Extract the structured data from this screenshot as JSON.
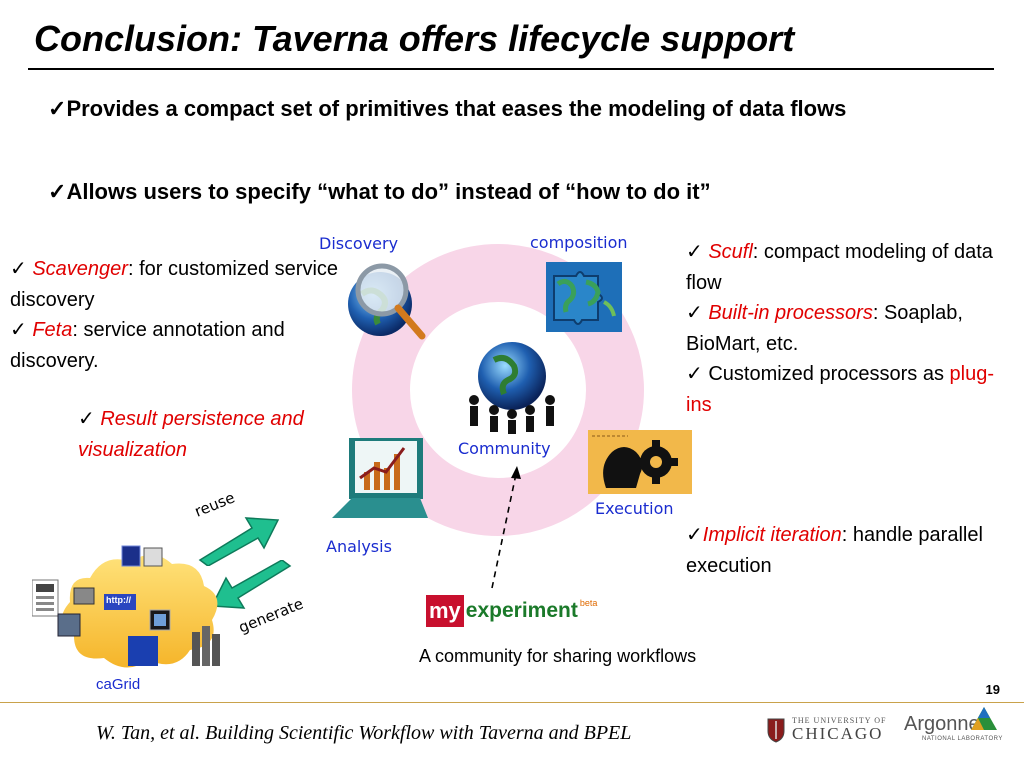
{
  "slide": {
    "title": "Conclusion: Taverna offers lifecycle support",
    "page_number": "19",
    "citation": "W. Tan, et al. Building Scientific Workflow with Taverna and BPEL"
  },
  "top_bullets": [
    {
      "check": "✓",
      "text": "Provides a compact set of primitives that eases the modeling of data flows"
    },
    {
      "check": "✓",
      "text": "Allows users to specify “what to do” instead of “how to do it”"
    }
  ],
  "left_notes": {
    "scavenger_term": "Scavenger",
    "scavenger_rest": ": for customized service discovery",
    "feta_term": "Feta",
    "feta_rest": ": service annotation and discovery.",
    "result": "Result persistence and visualization"
  },
  "right_notes": {
    "scufl_term": "Scufl",
    "scufl_rest": ": compact modeling of data flow",
    "builtin_term": "Built-in processors",
    "builtin_rest": ": Soaplab, BioMart, etc.",
    "custom_text": "Customized processors as ",
    "custom_term": "plug-ins",
    "implicit_term": "Implicit iteration",
    "implicit_rest": ": handle parallel execution"
  },
  "cycle": {
    "discovery": "Discovery",
    "composition": "composition",
    "community": "Community",
    "execution": "Execution",
    "analysis": "Analysis"
  },
  "grid": {
    "reuse": "reuse",
    "generate": "generate",
    "cagrid": "caGrid",
    "http": "http://"
  },
  "myexperiment": {
    "my": "my",
    "experiment": "experiment",
    "beta": "beta",
    "caption": "A community for sharing workflows"
  },
  "logos": {
    "uchicago_top": "THE UNIVERSITY OF",
    "uchicago_name": "CHICAGO",
    "argonne_name": "Argonne",
    "argonne_sub": "NATIONAL LABORATORY"
  },
  "colors": {
    "ring": "#f8d6e8",
    "accent_red": "#e00000",
    "label_blue": "#1a2ccf",
    "arrow_teal": "#1fbf8f",
    "myexp_red": "#c8102e"
  }
}
